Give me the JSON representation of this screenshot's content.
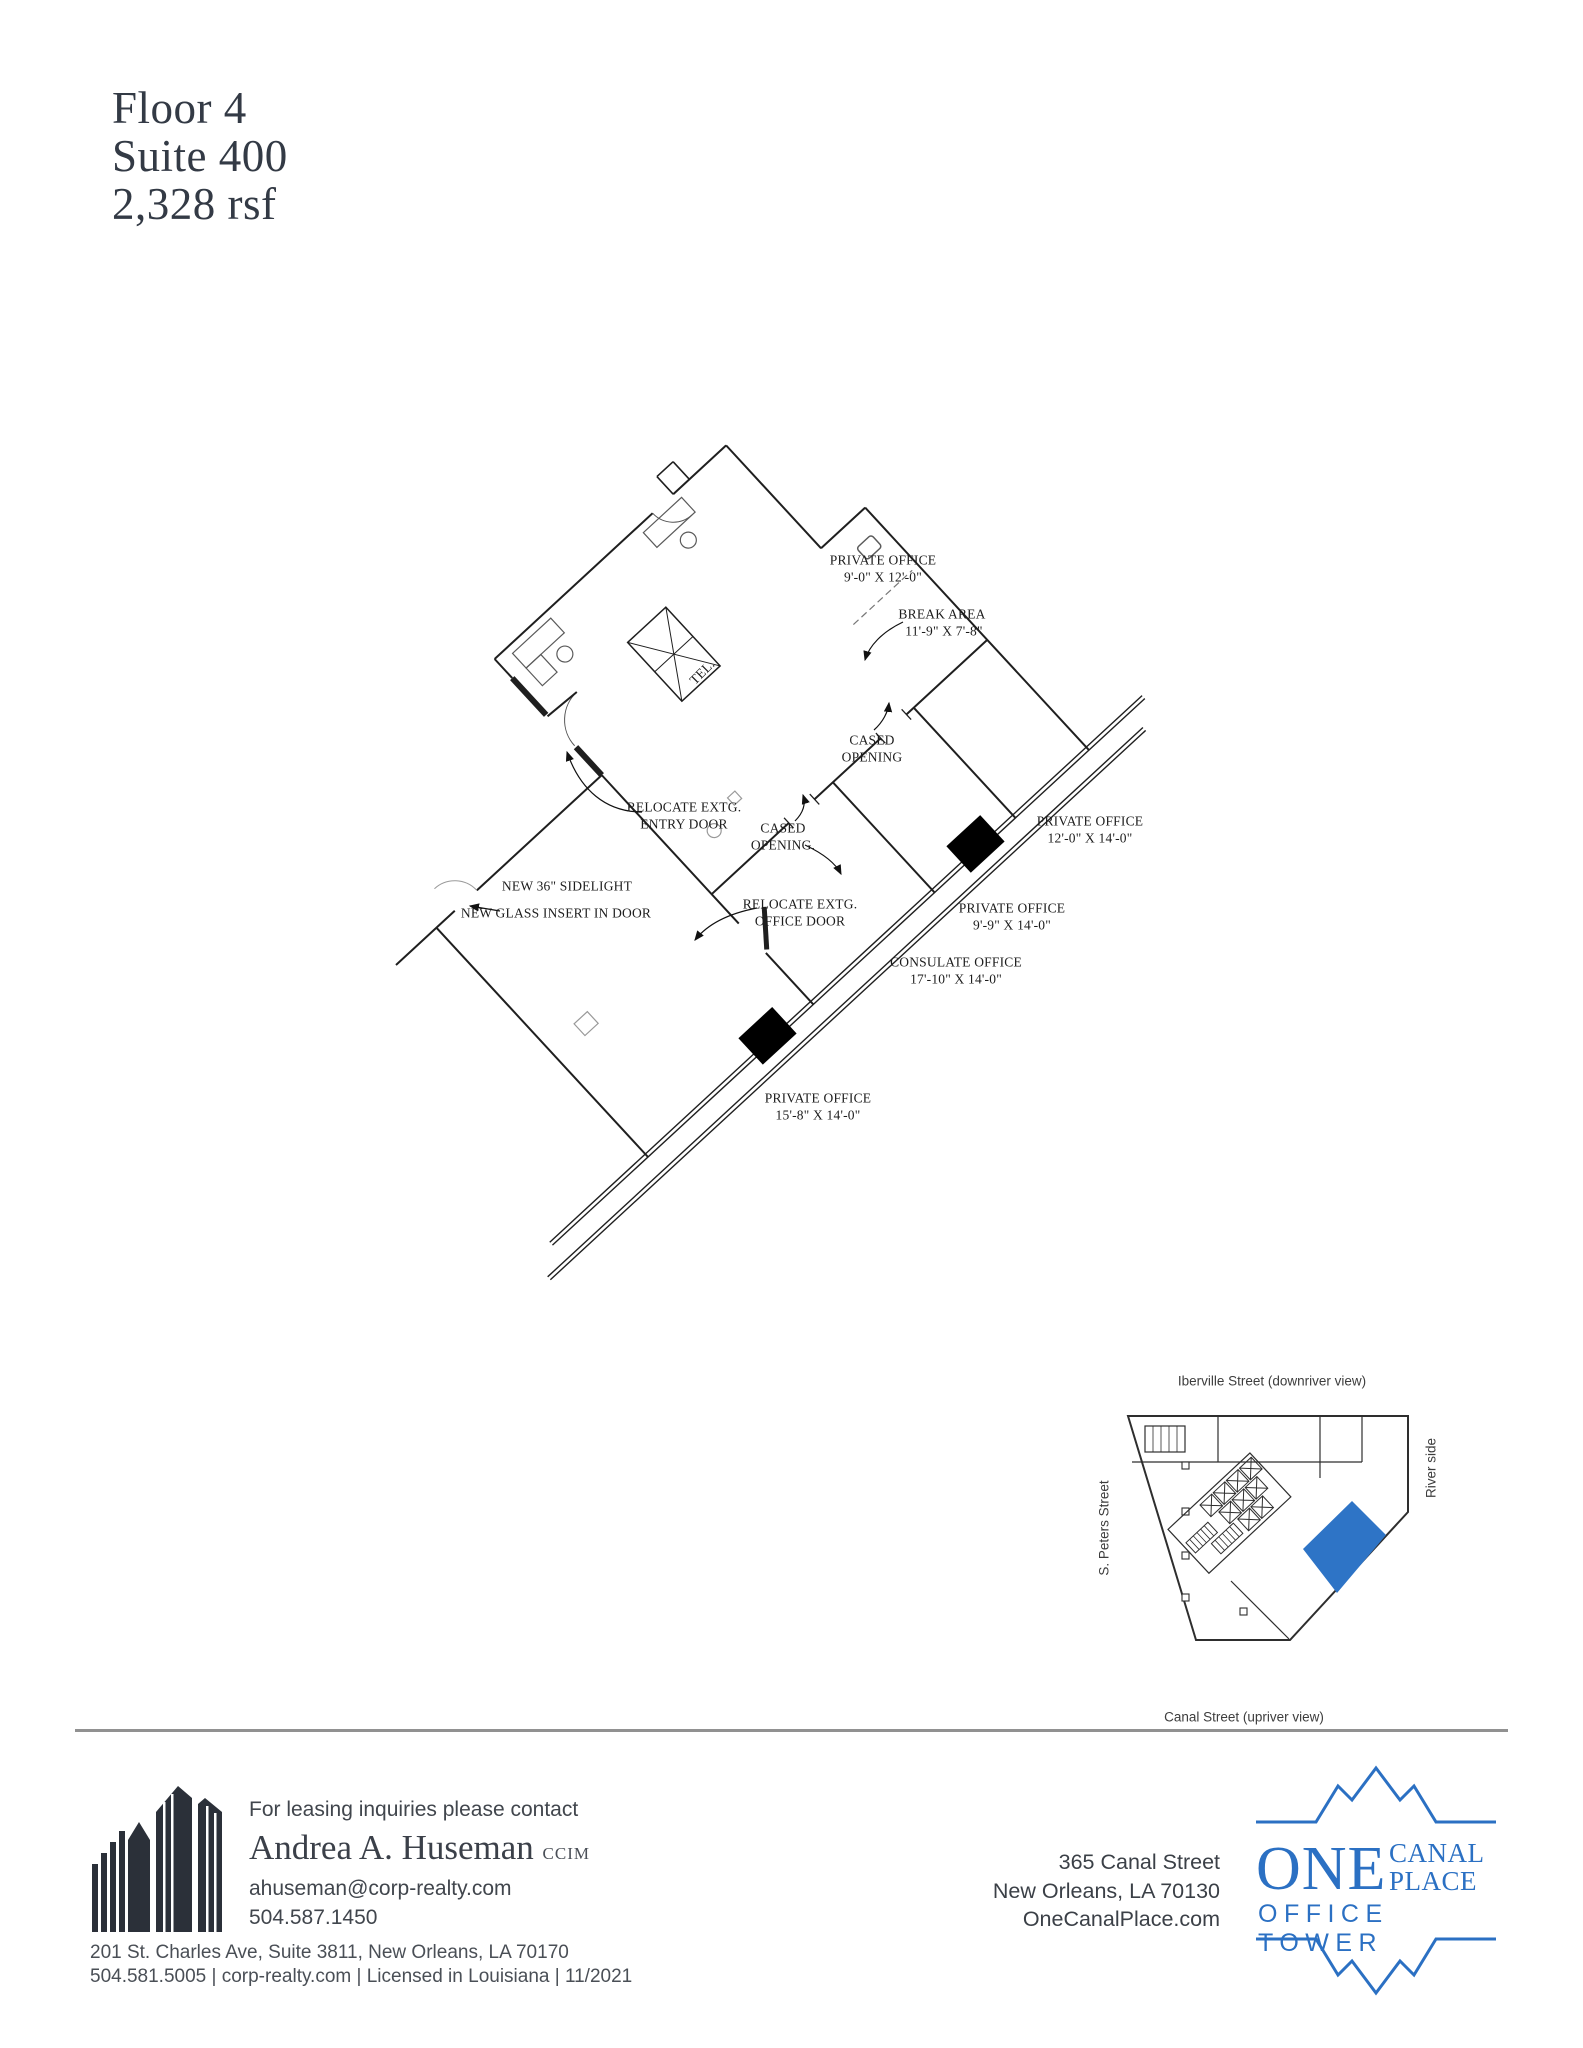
{
  "title": {
    "line1": "Floor 4",
    "line2": "Suite 400",
    "line3": "2,328 rsf"
  },
  "plan": {
    "labels": {
      "private_office_1": {
        "name": "PRIVATE OFFICE",
        "dims": "9'-0\" X 12'-0\""
      },
      "break_area": {
        "name": "BREAK AREA",
        "dims": "11'-9\" X 7'-8\""
      },
      "cased_opening_1": {
        "l1": "CASED",
        "l2": "OPENING"
      },
      "relocate_entry": {
        "l1": "RELOCATE EXTG.",
        "l2": "ENTRY DOOR"
      },
      "cased_opening_2": {
        "l1": "CASED",
        "l2": "OPENING."
      },
      "private_office_2": {
        "name": "PRIVATE OFFICE",
        "dims": "12'-0\" X 14'-0\""
      },
      "new_sidelight": {
        "l1": "NEW 36\" SIDELIGHT"
      },
      "new_glass_insert": {
        "l1": "NEW GLASS INSERT IN DOOR"
      },
      "relocate_office": {
        "l1": "RELOCATE EXTG.",
        "l2": "OFFICE DOOR"
      },
      "private_office_3": {
        "name": "PRIVATE OFFICE",
        "dims": "9'-9\" X 14'-0\""
      },
      "consulate_office": {
        "name": "CONSULATE OFFICE",
        "dims": "17'-10\" X 14'-0\""
      },
      "private_office_4": {
        "name": "PRIVATE OFFICE",
        "dims": "15'-8\" X 14'-0\""
      },
      "tel": "TEL."
    }
  },
  "key_plan": {
    "top_label": "Iberville Street (downriver view)",
    "bottom_label": "Canal Street (upriver view)",
    "left_label": "S. Peters Street",
    "right_label": "River side",
    "suite_color": "#2E74C6"
  },
  "footer": {
    "contact_intro": "For leasing inquiries please contact",
    "contact_name": "Andrea A. Huseman",
    "contact_suffix": "CCIM",
    "contact_email": "ahuseman@corp-realty.com",
    "contact_phone": "504.587.1450",
    "address_line1": "201 St. Charles Ave, Suite 3811, New Orleans, LA 70170",
    "address_line2": "504.581.5005 | corp-realty.com | Licensed in Louisiana | 11/2021",
    "building_address1": "365 Canal Street",
    "building_address2": "New Orleans, LA 70130",
    "building_address3": "OneCanalPlace.com",
    "logo": {
      "one": "ONE",
      "canal": "CANAL",
      "place": "PLACE",
      "tower": "OFFICE TOWER",
      "color": "#2B70C3"
    }
  }
}
